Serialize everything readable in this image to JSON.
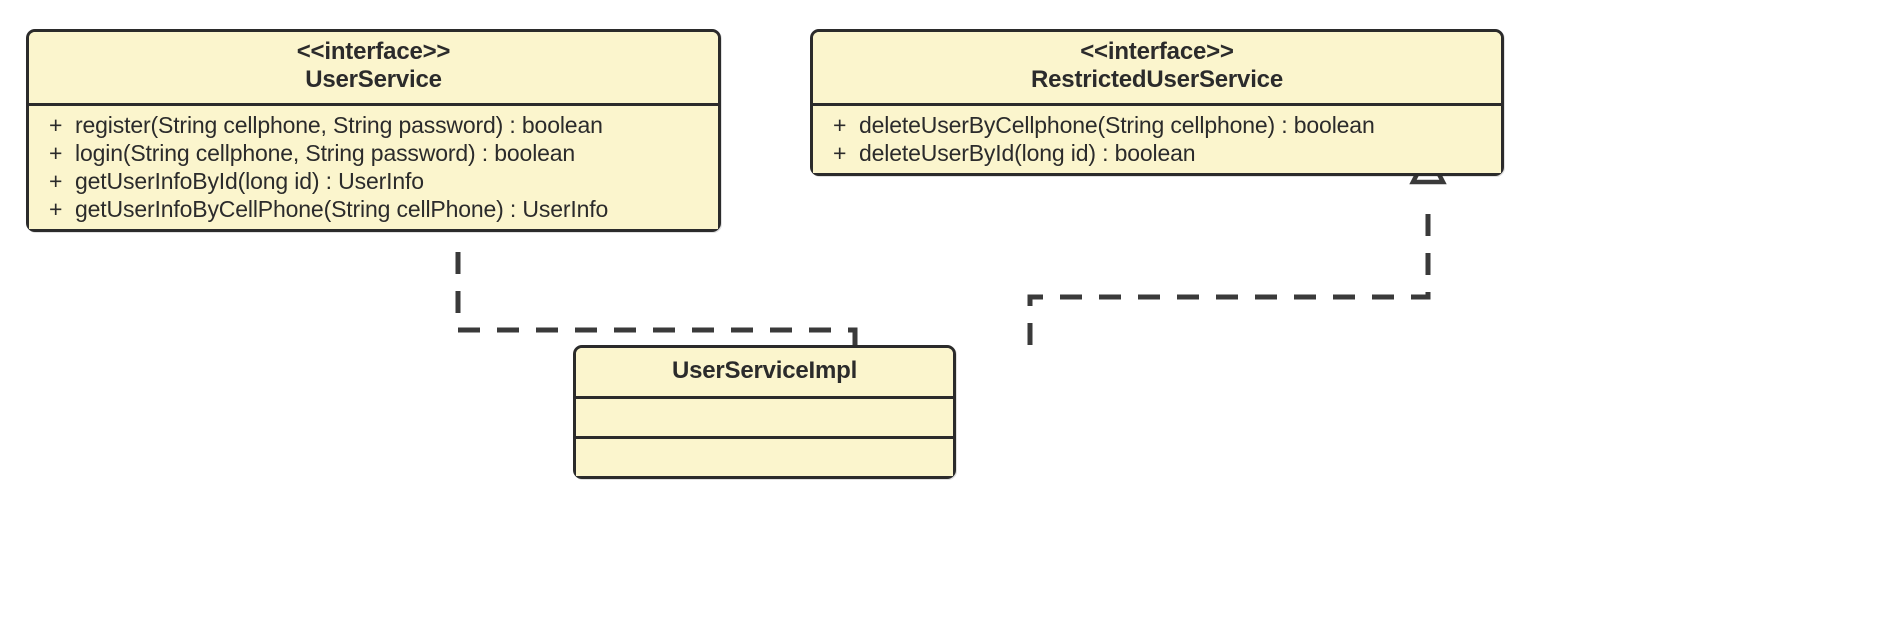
{
  "diagram": {
    "title": "UML Class Diagram",
    "type": "uml-class-diagram",
    "background_color": "#ffffff",
    "node_fill_color": "#fbf5cd",
    "node_border_color": "#2b2b2b",
    "text_color": "#2b2b2b"
  },
  "classes": [
    {
      "id": "user-service",
      "stereotype": "<<interface>>",
      "name": "UserService",
      "kind": "interface",
      "members": [
        {
          "visibility": "+",
          "signature": "register(String cellphone, String password) : boolean"
        },
        {
          "visibility": "+",
          "signature": "login(String cellphone, String password) : boolean"
        },
        {
          "visibility": "+",
          "signature": "getUserInfoById(long id) : UserInfo"
        },
        {
          "visibility": "+",
          "signature": "getUserInfoByCellPhone(String cellPhone) : UserInfo"
        }
      ]
    },
    {
      "id": "restricted-user-service",
      "stereotype": "<<interface>>",
      "name": "RestrictedUserService",
      "kind": "interface",
      "members": [
        {
          "visibility": "+",
          "signature": "deleteUserByCellphone(String cellphone) : boolean"
        },
        {
          "visibility": "+",
          "signature": "deleteUserById(long id) : boolean"
        }
      ]
    },
    {
      "id": "user-service-impl",
      "stereotype": "",
      "name": "UserServiceImpl",
      "kind": "class",
      "members": []
    }
  ],
  "relationships": [
    {
      "id": "impl-realizes-user-service",
      "type": "realization",
      "style": "dashed",
      "arrowhead": "hollow-triangle",
      "source": "UserServiceImpl",
      "target": "UserService"
    },
    {
      "id": "impl-realizes-restricted-user-service",
      "type": "realization",
      "style": "dashed",
      "arrowhead": "hollow-triangle",
      "source": "UserServiceImpl",
      "target": "RestrictedUserService"
    }
  ]
}
